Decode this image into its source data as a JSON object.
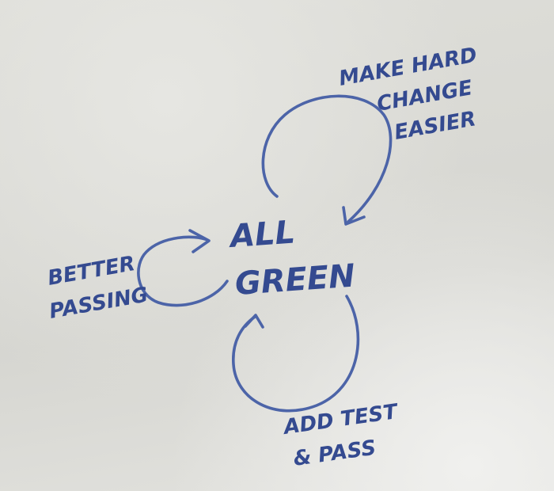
{
  "diagram": {
    "center_label": {
      "line1": "ALL",
      "line2": "GREEN"
    },
    "loops": [
      {
        "label_line1": "MAKE HARD",
        "label_line2": "CHANGE",
        "label_line3": "EASIER"
      },
      {
        "label_line1": "BETTER",
        "label_line2": "PASSING"
      },
      {
        "label_line1": "ADD TEST",
        "label_line2": "& PASS"
      }
    ]
  },
  "colors": {
    "ink": "#3a4f93",
    "board": "#dcdcd8"
  }
}
